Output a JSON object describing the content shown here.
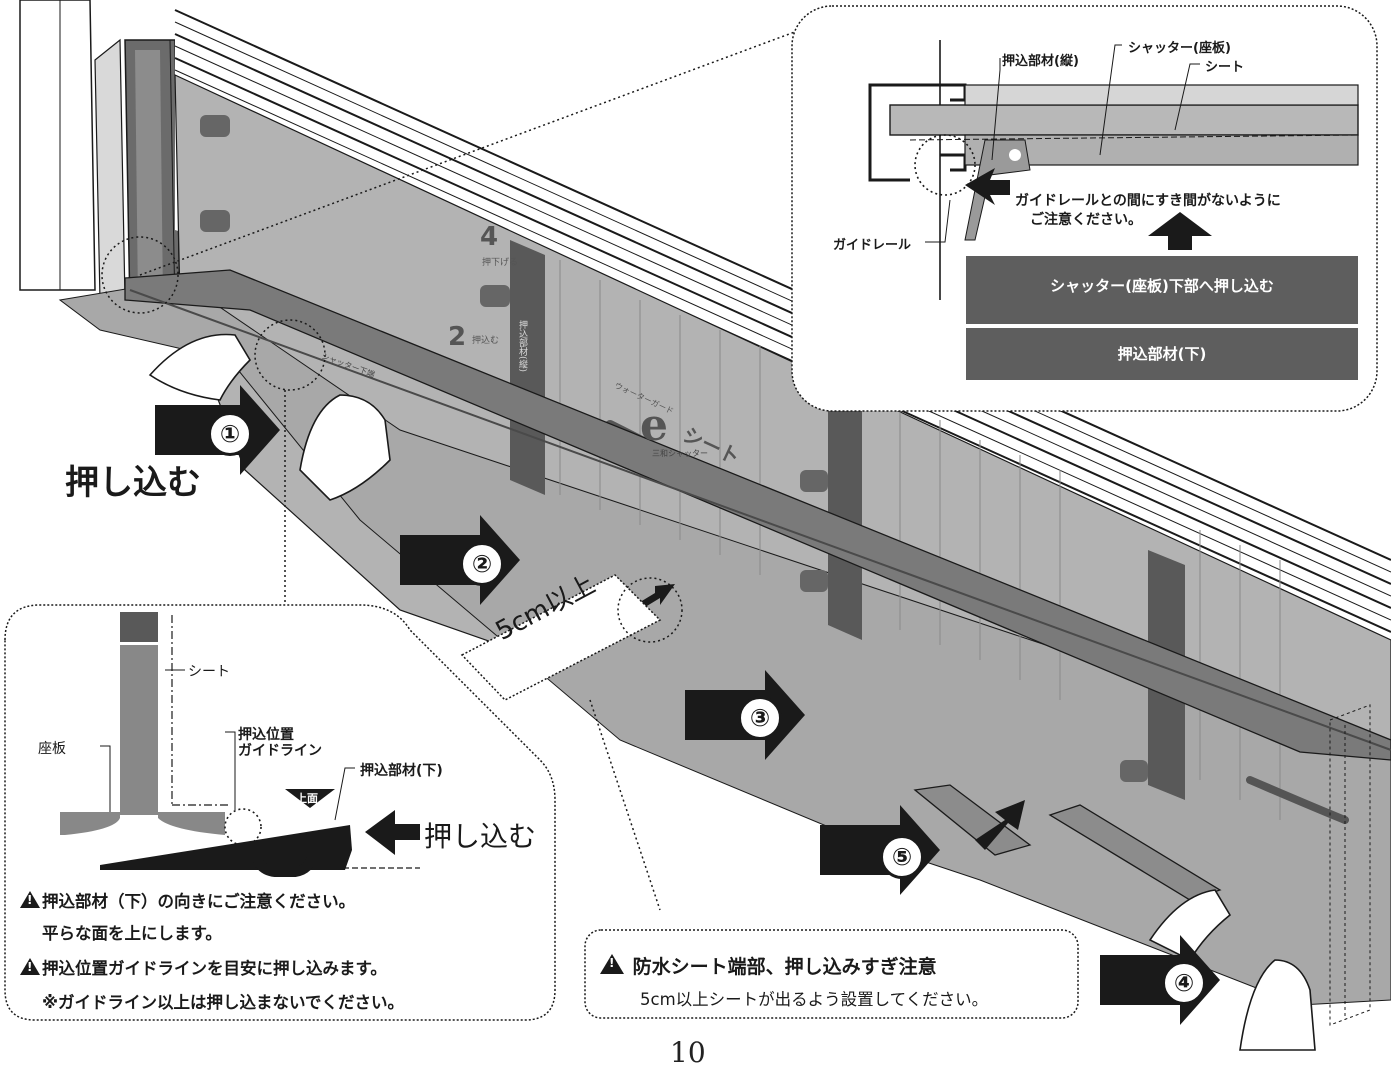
{
  "main": {
    "steps": [
      "①",
      "②",
      "③",
      "④",
      "⑤"
    ],
    "push_in_label": "押し込む",
    "distance_label": "5cm以上",
    "sheet_print": {
      "step4_num": "4",
      "step4_text": "押下げる",
      "step2_num": "2",
      "step2_text": "押込む",
      "vertical_member": "押込部材(縦)",
      "brand_small": "ウォーターガード",
      "brand_e": "e",
      "brand_sheet": "シート",
      "maker": "三和シャッター",
      "shutter_bottom": "シャッター下端"
    }
  },
  "inset_top": {
    "label_push_vertical": "押込部材(縦)",
    "label_shutter_slat": "シャッター(座板)",
    "label_sheet": "シート",
    "label_guide_rail": "ガイドレール",
    "caution_line1": "ガイドレールとの間にすき間がないように",
    "caution_line2": "ご注意ください。",
    "box1": "シャッター(座板)下部へ押し込む",
    "box2": "押込部材(下)"
  },
  "inset_bottom": {
    "label_sheet": "シート",
    "label_guide_line1": "押込位置",
    "label_guide_line2": "ガイドライン",
    "label_slat": "座板",
    "label_push_bottom": "押込部材(下)",
    "label_top_face": "上面",
    "push_in": "押し込む",
    "note1_line1": "押込部材（下）の向きにご注意ください。",
    "note1_line2": "平らな面を上にします。",
    "note2_line1": "押込位置ガイドラインを目安に押し込みます。",
    "note2_line2": "※ガイドライン以上は押し込まないでください。"
  },
  "caution_bottom": {
    "title": "防水シート端部、押し込みすぎ注意",
    "body": "5cm以上シートが出るよう設置してください。"
  },
  "page_number": "10",
  "colors": {
    "sheet_gray": "#b3b3b3",
    "dark_strip": "#595959",
    "box_dark": "#5e5e5e",
    "ink": "#1a1a1a"
  }
}
